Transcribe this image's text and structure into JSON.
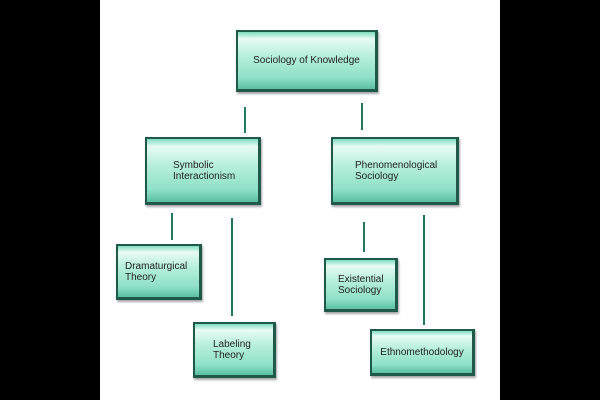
{
  "nodes": {
    "root": "Sociology of Knowledge",
    "symbolic": "Symbolic\nInteractionism",
    "phenomenological": "Phenomenological\nSociology",
    "dramaturgical": "Dramaturgical\nTheory",
    "labeling": "Labeling\nTheory",
    "existential": "Existential\nSociology",
    "ethnomethodology": "Ethnomethodology"
  },
  "colors": {
    "border": "#1e5a47",
    "fill": "#b9f0dd",
    "line": "#1f7a5c"
  }
}
